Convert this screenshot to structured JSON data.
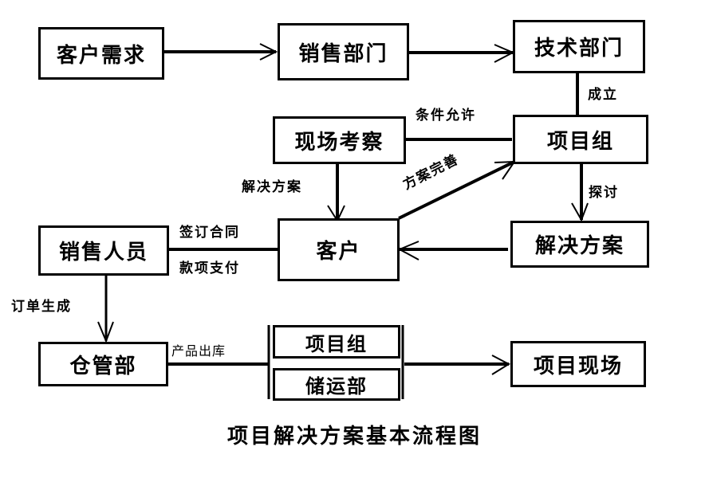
{
  "title": "项目解决方案基本流程图",
  "nodes": {
    "customer_demand": "客户需求",
    "sales_dept": "销售部门",
    "tech_dept": "技术部门",
    "site_survey": "现场考察",
    "project_group": "项目组",
    "customer": "客户",
    "solution": "解决方案",
    "sales_staff": "销售人员",
    "warehouse": "仓管部",
    "group_project_team": "项目组",
    "group_logistics": "储运部",
    "project_site": "项目现场"
  },
  "edge_labels": {
    "establish": "成立",
    "conditions_permit": "条件允许",
    "solution_plan": "解决方案",
    "plan_refined": "方案完善",
    "discuss": "探讨",
    "sign_contract": "签订合同",
    "payment": "款项支付",
    "order_generated": "订单生成",
    "product_outbound": "产品出库"
  }
}
